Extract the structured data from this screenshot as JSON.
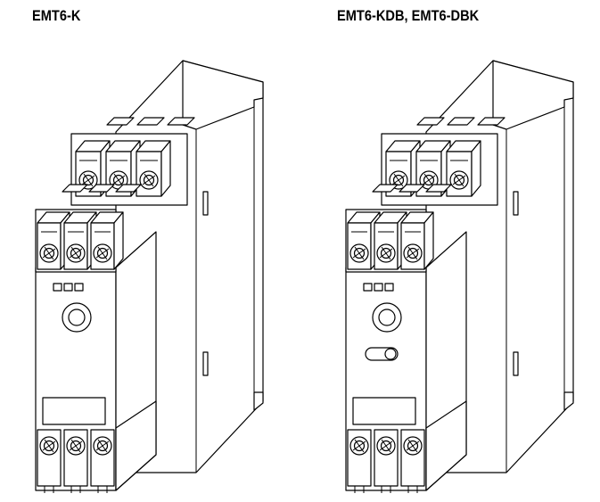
{
  "figure": {
    "devices": [
      {
        "id": "left",
        "label": "EMT6-K",
        "has_extra_knob": false
      },
      {
        "id": "right",
        "label": "EMT6-KDB, EMT6-DBK",
        "has_extra_knob": true
      }
    ],
    "line_color": "#000000",
    "fill_color": "#ffffff"
  }
}
